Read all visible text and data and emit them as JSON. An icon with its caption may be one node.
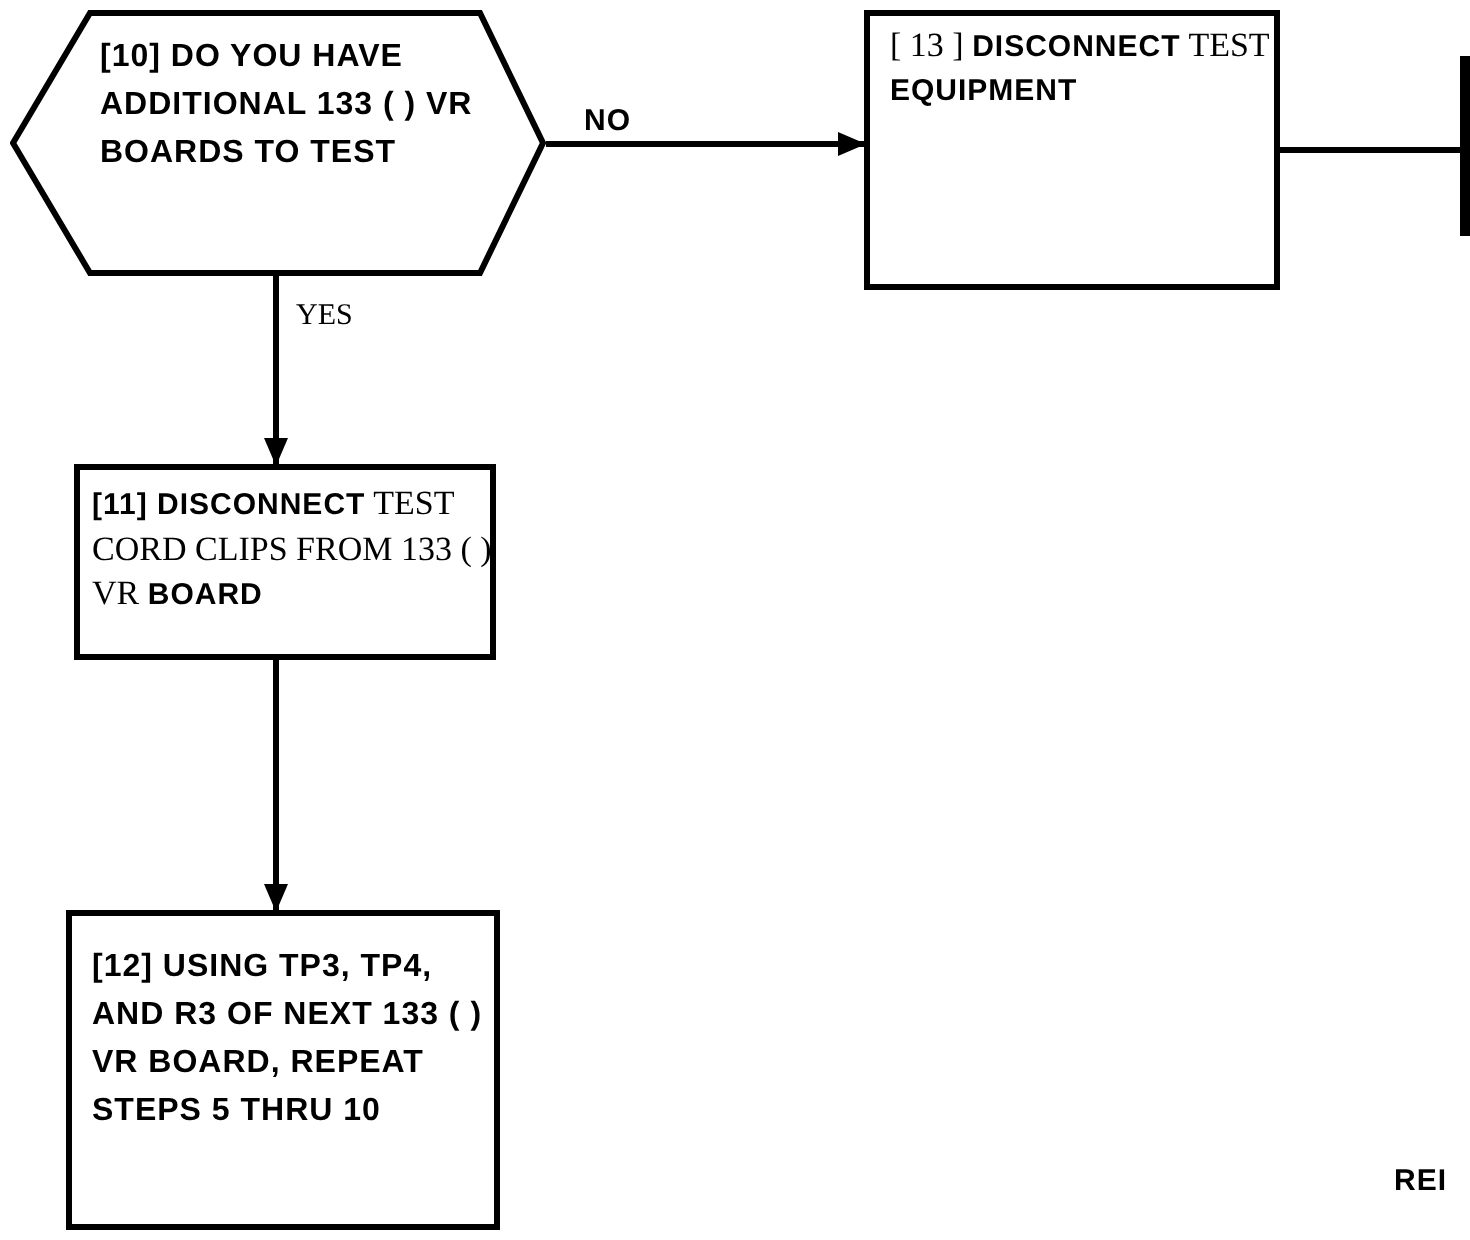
{
  "diagram": {
    "nodes": [
      {
        "text": [
          "[10] DO YOU HAVE ADDITIONAL 133 ( ) VR BOARDS TO TEST"
        ]
      },
      {
        "text": [
          "[ 13 ] **DISCONNECT** TEST **EQUIPMENT**"
        ]
      },
      {
        "text": [
          "**[11] DISCONNECT** TEST CORD CLIPS FROM 133 ( ) VR **BOARD**"
        ]
      },
      {
        "text": [
          "[12] USING TP3, TP4, AND R3 OF NEXT 133 ( ) VR BOARD, REPEAT STEPS 5 THRU 10"
        ]
      },
      {
        "text": [],
        "shape": "bar"
      }
    ],
    "edges": [
      {
        "from": 0,
        "to": 1,
        "arrow": "to",
        "label": "NO"
      },
      {
        "from": 0,
        "to": 2,
        "arrow": "to",
        "label": "YES"
      },
      {
        "from": 2,
        "to": 3,
        "arrow": "to"
      },
      {
        "from": 1,
        "to": 4,
        "arrow": "none"
      }
    ],
    "labels": [
      "REI"
    ]
  }
}
